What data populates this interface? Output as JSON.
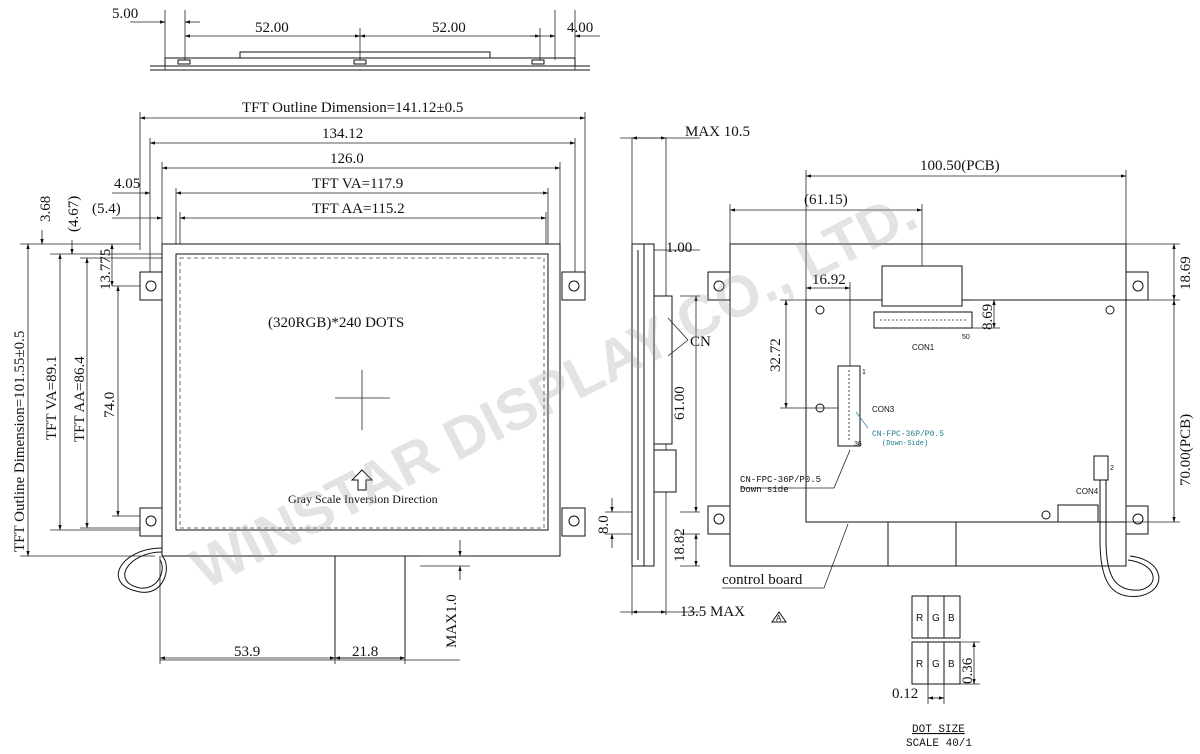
{
  "watermark": "WINSTAR DISPLAY CO., LTD.",
  "top_view": {
    "dims": [
      "5.00",
      "52.00",
      "52.00",
      "4.00"
    ]
  },
  "front_view": {
    "outline_width": "TFT Outline Dimension=141.12±0.5",
    "width_134": "134.12",
    "width_126": "126.0",
    "va_width": "TFT VA=117.9",
    "aa_width": "TFT AA=115.2",
    "left_405": "4.05",
    "left_54": "(5.4)",
    "top_368": "3.68",
    "top_467": "(4.67)",
    "top_13775": "13.775",
    "outline_height": "TFT Outline Dimension=101.55±0.5",
    "va_height": "TFT VA=89.1",
    "aa_height": "TFT AA=86.4",
    "hole_pitch_v": "74.0",
    "resolution": "(320RGB)*240  DOTS",
    "gray_scale": "Gray Scale Inversion Direction",
    "bottom_539": "53.9",
    "bottom_218": "21.8",
    "max_10": "MAX1.0"
  },
  "side_view": {
    "max_105": "MAX 10.5",
    "dim_100": "1.00",
    "cn": "CN",
    "dim_6100": "61.00",
    "dim_80": "8.0",
    "dim_1882": "18.82",
    "max_135": "13.5 MAX",
    "note_mark": "A"
  },
  "back_view": {
    "pcb_width": "100.50(PCB)",
    "dim_6115": "(61.15)",
    "dim_1692": "16.92",
    "dim_3272": "32.72",
    "dim_869": "8.69",
    "dim_1869": "18.69",
    "pcb_height": "70.00(PCB)",
    "con1": "CON1",
    "con1_pin": "50",
    "con3": "CON3",
    "con3_pin_top": "1",
    "con3_pin_bottom": "36",
    "con4": "CON4",
    "con4_pin": "2",
    "fpc_down1": "CN-FPC-36P/P0.5",
    "fpc_down2": "(Down-Side)",
    "fpc_side1": "CN-FPC-36P/P0.5",
    "fpc_side2": "Down side",
    "control_board": "control board"
  },
  "dot_detail": {
    "cells": [
      "R",
      "G",
      "B",
      "R",
      "G",
      "B"
    ],
    "dim_036": "0.36",
    "dim_012": "0.12",
    "title": "DOT SIZE",
    "scale": "SCALE 40/1"
  }
}
